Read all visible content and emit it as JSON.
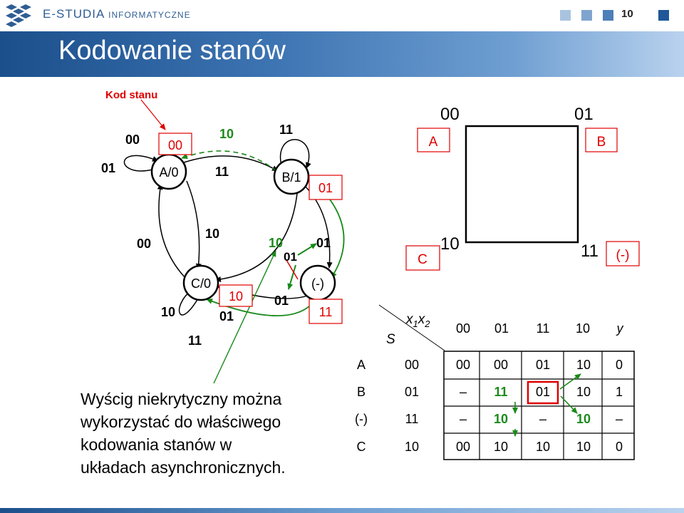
{
  "header": {
    "brand": "E-STUDIA",
    "brand_small": "INFORMATYCZNE",
    "page_number": "10",
    "title": "Kodowanie stanów",
    "squares": [
      "#a9c3df",
      "#7fa5cf",
      "#4e7fb8",
      "#1f5799"
    ]
  },
  "state_diagram": {
    "annotation_label": "Kod stanu",
    "states": {
      "a": "A/0",
      "b": "B/1",
      "c": "C/0",
      "d": "(-)"
    },
    "codes": {
      "a": "00",
      "b": "01",
      "c": "10",
      "d": "11"
    },
    "labels": {
      "a_top": "00",
      "a_self": "01",
      "ab_dashed": "10",
      "b_self": "11",
      "ab": "11",
      "ac": "10",
      "ca": "00",
      "bc_green": "10",
      "bc": "10",
      "bd_top": "01",
      "bd_red": "01",
      "bd_bottom": "01",
      "c_self_left": "10",
      "c_self_bottom": "11",
      "dc": "01"
    },
    "colors": {
      "code_red": "#e00000",
      "green": "#1a8a1a"
    }
  },
  "kmap_square": {
    "corners": {
      "tl": "00",
      "tr": "01",
      "bl": "10",
      "br": "11"
    },
    "boxes": {
      "tl": "A",
      "tr": "B",
      "bl": "C",
      "br": "(-)"
    }
  },
  "note": {
    "lines": [
      "Wyścig niekrytyczny można",
      "wykorzystać do właściwego",
      "kodowania stanów w",
      "układach asynchronicznych."
    ]
  },
  "table": {
    "header_x": "x",
    "header_x_sub1": "1",
    "header_x_sub2": "2",
    "header_s": "S",
    "columns": [
      "00",
      "01",
      "11",
      "10",
      "y"
    ],
    "rows": [
      {
        "state": "A",
        "code": "00",
        "cells": [
          "00",
          "00",
          "01",
          "10",
          "0"
        ]
      },
      {
        "state": "B",
        "code": "01",
        "cells": [
          "–",
          "11",
          "01",
          "10",
          "1"
        ]
      },
      {
        "state": "(-)",
        "code": "11",
        "cells": [
          "–",
          "10",
          "–",
          "10",
          "–"
        ]
      },
      {
        "state": "C",
        "code": "10",
        "cells": [
          "00",
          "10",
          "10",
          "10",
          "0"
        ]
      }
    ]
  }
}
